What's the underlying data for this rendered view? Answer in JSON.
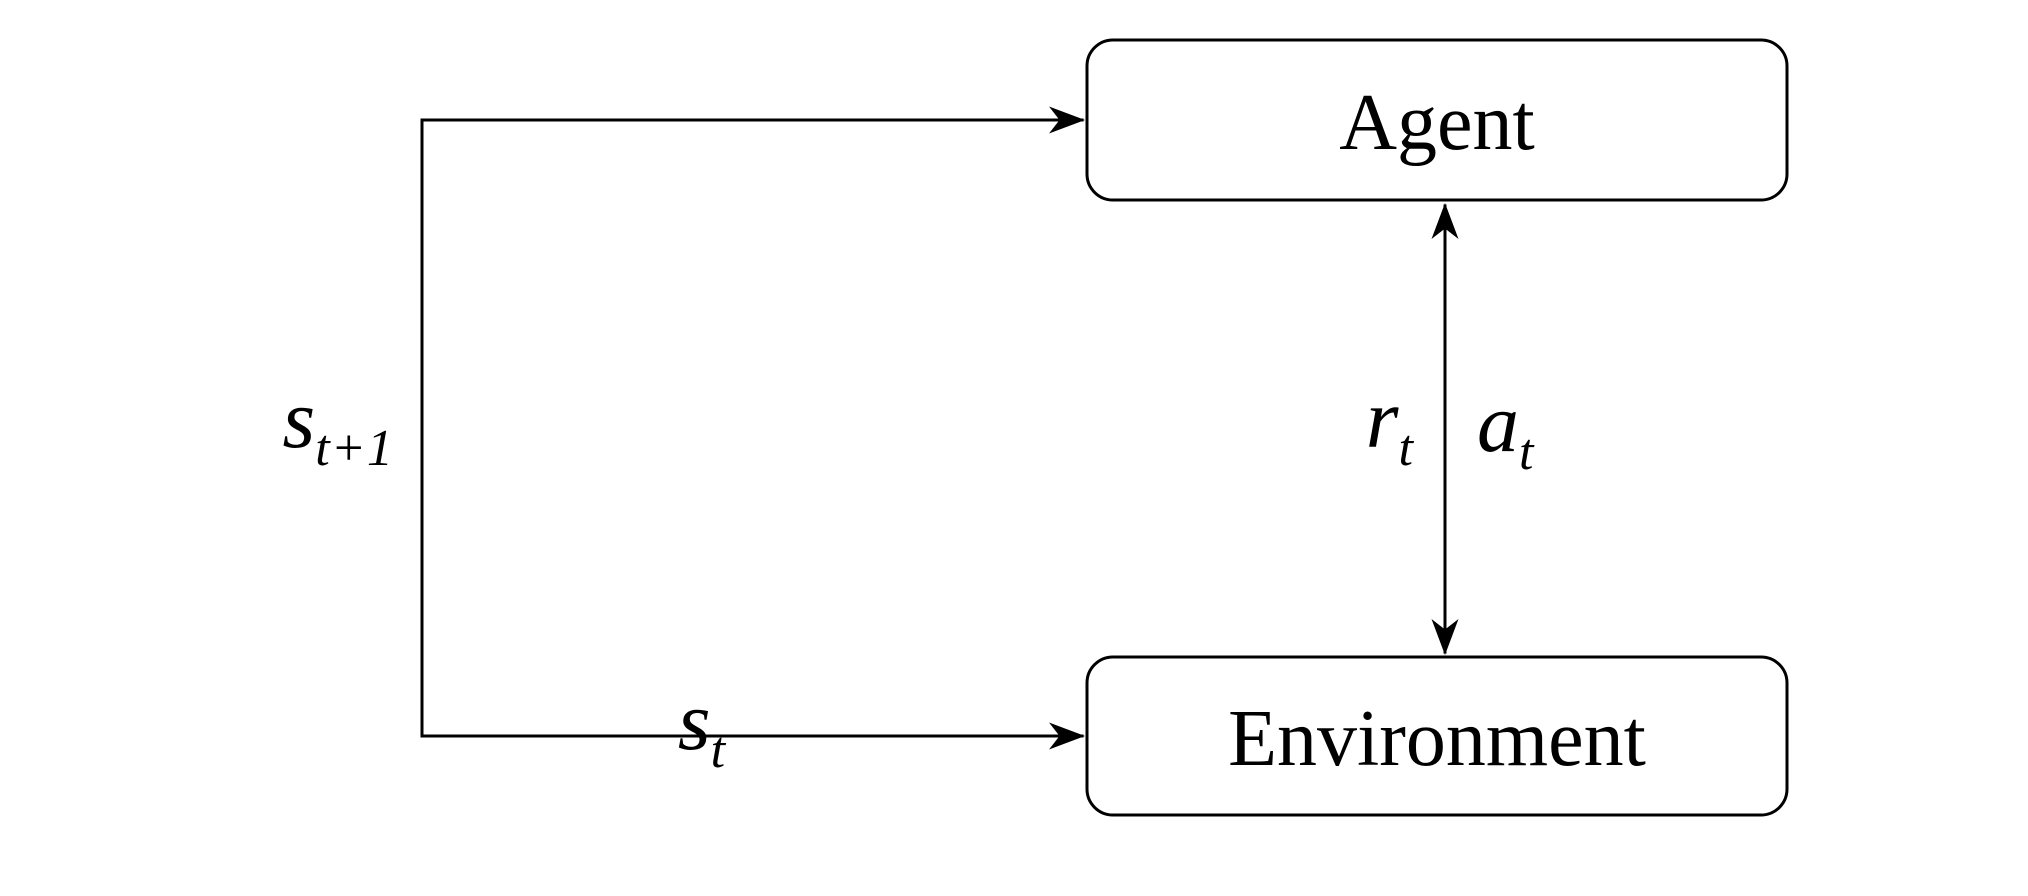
{
  "diagram": {
    "type": "reinforcement-learning-loop",
    "background_color": "#ffffff",
    "stroke_color": "#000000",
    "nodes": {
      "agent": {
        "label": "Agent"
      },
      "environment": {
        "label": "Environment"
      }
    },
    "labels": {
      "next_state": {
        "base": "s",
        "sub": "t+1"
      },
      "state": {
        "base": "s",
        "sub": "t"
      },
      "reward": {
        "base": "r",
        "sub": "t"
      },
      "action": {
        "base": "a",
        "sub": "t"
      }
    },
    "edges": [
      {
        "name": "state-feedback-loop",
        "description": "loop from left side into Agent (top) and into Environment (bottom)",
        "arrowheads": [
          "into-agent",
          "into-environment"
        ]
      },
      {
        "name": "reward-action-channel",
        "description": "vertical double-headed arrow between Agent and Environment",
        "arrowheads": [
          "into-agent",
          "into-environment"
        ]
      }
    ]
  }
}
